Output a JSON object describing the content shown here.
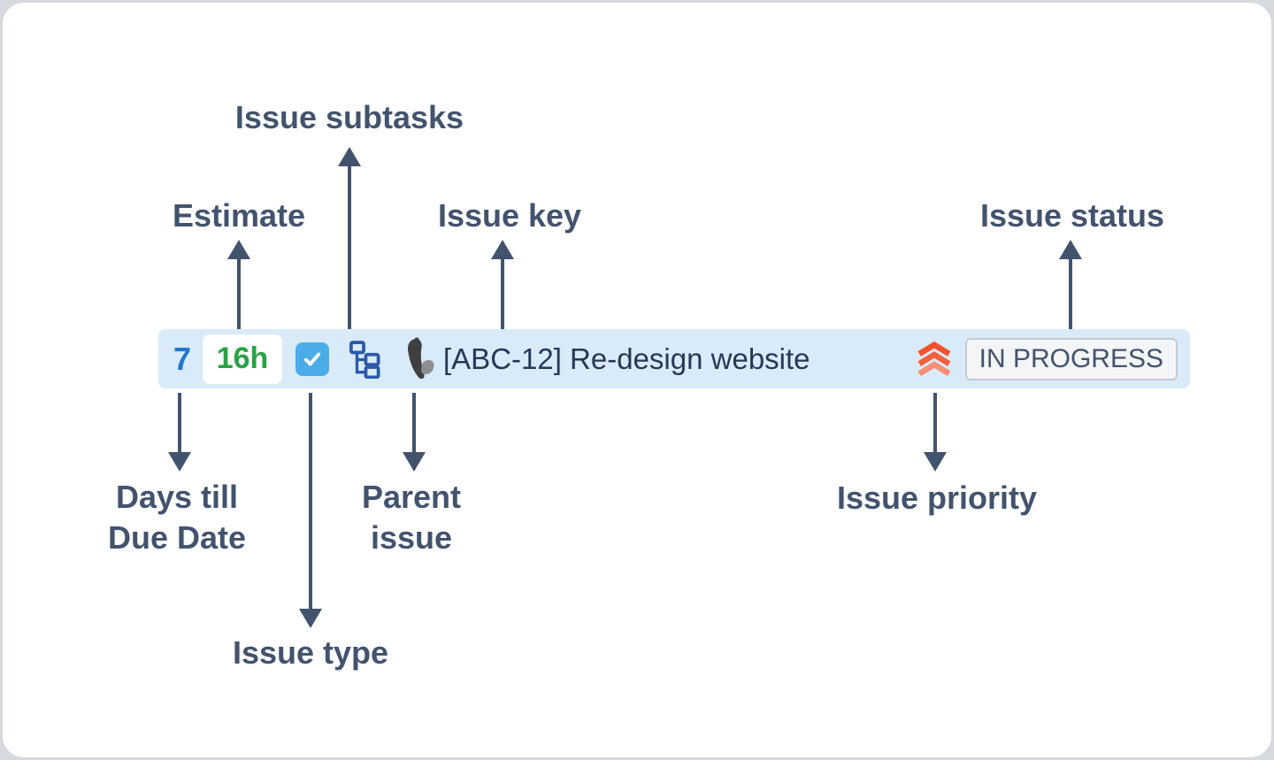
{
  "labels": {
    "issue_subtasks": "Issue subtasks",
    "estimate": "Estimate",
    "issue_key": "Issue key",
    "issue_status": "Issue status",
    "days_till_due_1": "Days till",
    "days_till_due_2": "Due Date",
    "issue_type": "Issue type",
    "parent_issue_1": "Parent",
    "parent_issue_2": "issue",
    "issue_priority": "Issue priority"
  },
  "issue_row": {
    "days_till_due_date": "7",
    "estimate": "16h",
    "title": "[ABC-12] Re-design website",
    "status": "IN PROGRESS"
  },
  "icons": {
    "issue_type": "blue-task-checkbox-icon",
    "subtasks": "subtask-hierarchy-icon",
    "parent_issue": "squirrel-avatar-icon",
    "priority": "priority-highest-chevrons-icon"
  },
  "colors": {
    "annotation_text": "#42536E",
    "arrow": "#42536E",
    "row_background": "#D9EAF9",
    "days_value": "#2277CC",
    "estimate_value": "#29A344",
    "estimate_box": "#FFFFFF",
    "issue_type_icon": "#4BADE8",
    "subtask_icon": "#2C5AA8",
    "title_text": "#253858",
    "priority_top": "#F4512C",
    "priority_middle": "#F4603A",
    "priority_bottom": "#F68F73",
    "status_text": "#42526E",
    "status_background": "#F4F5F7",
    "status_border": "#C5CBD3",
    "card_background": "#FFFFFF",
    "page_background": "#D6D9DE"
  }
}
